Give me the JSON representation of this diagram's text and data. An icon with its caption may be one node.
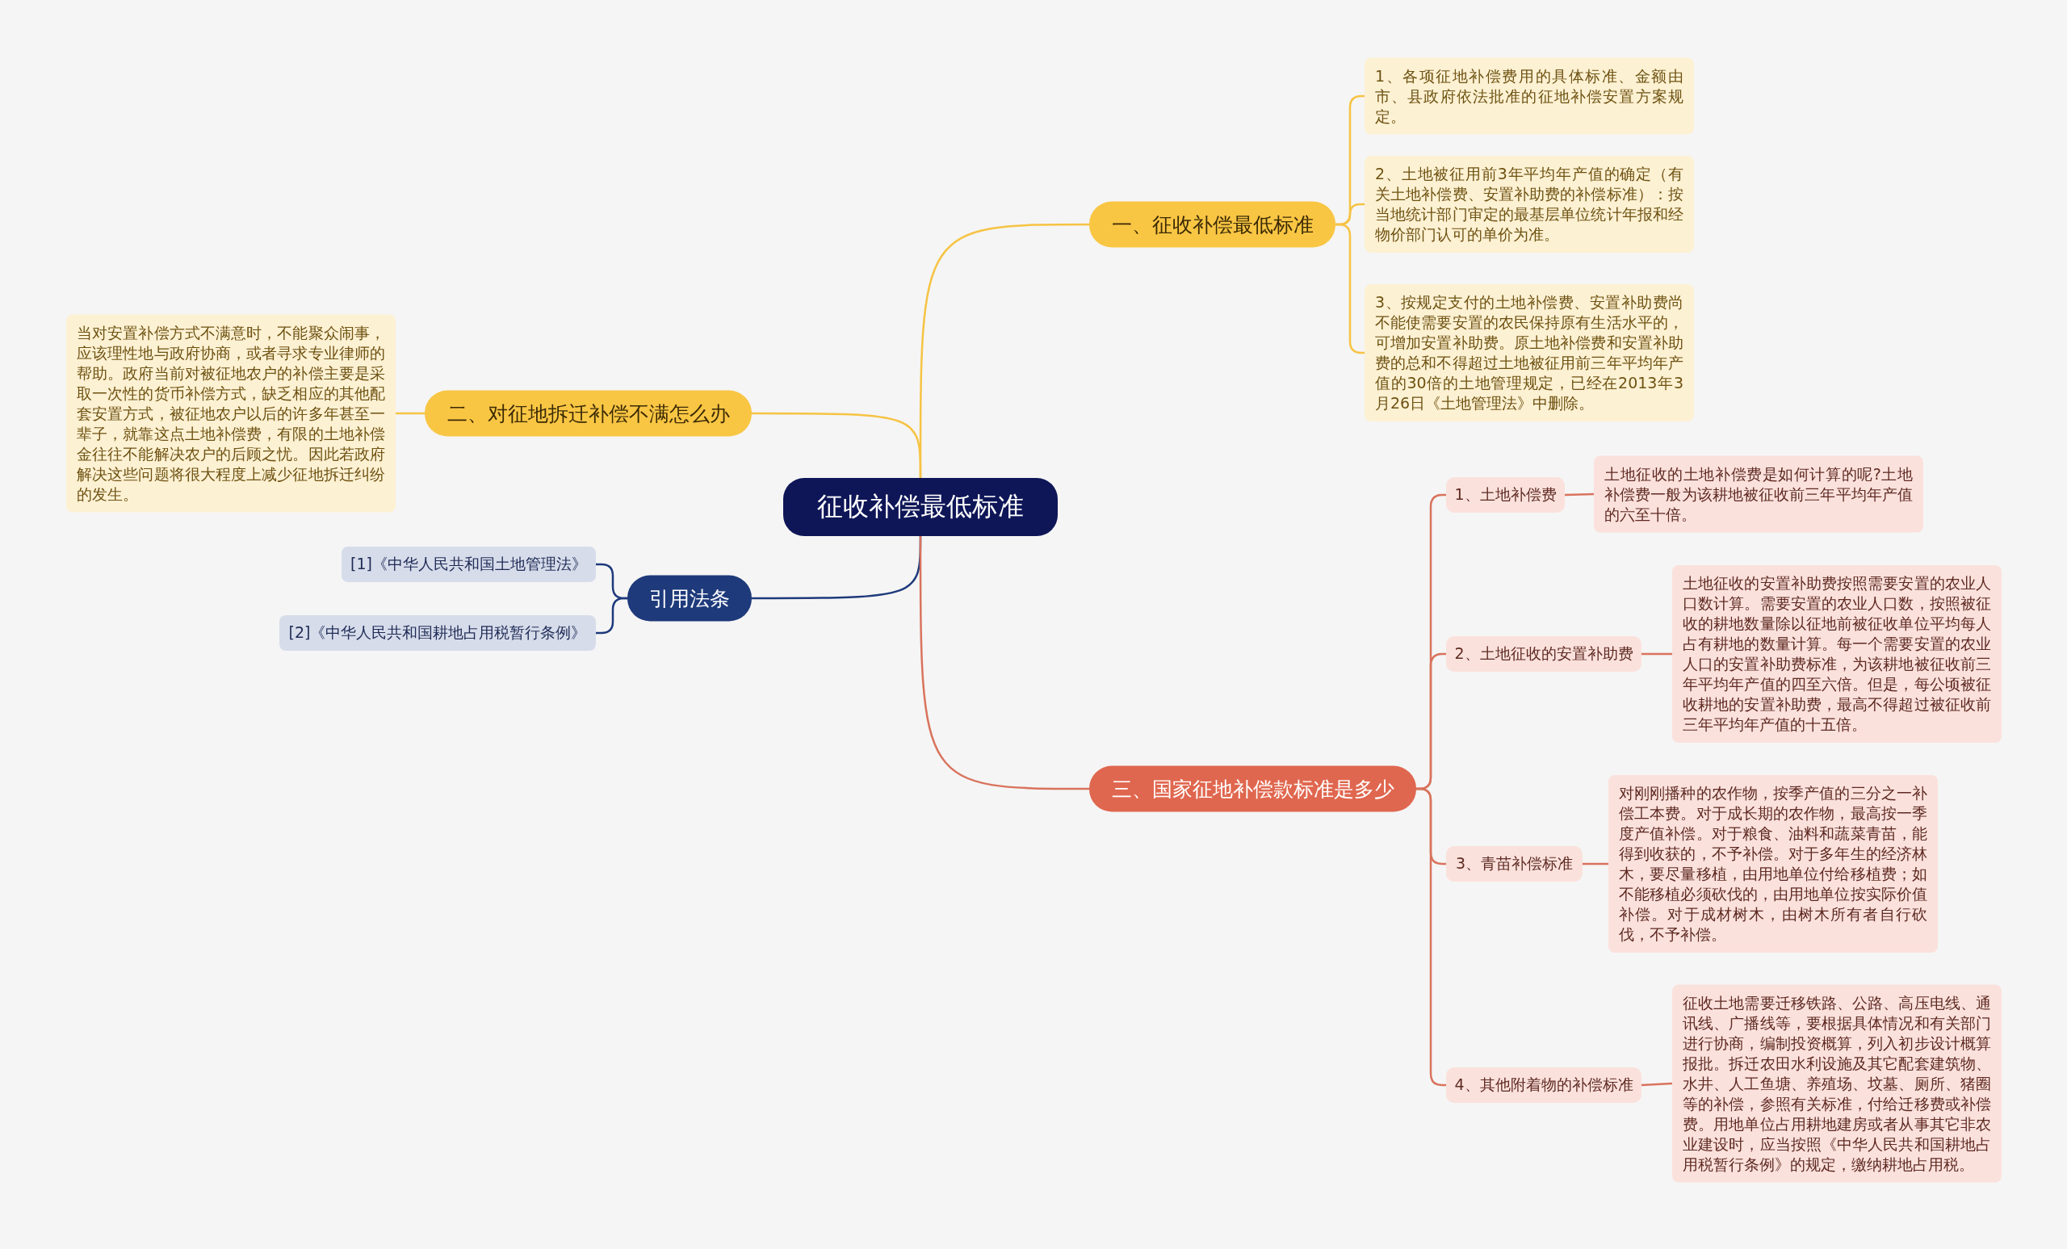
{
  "diagram": {
    "nodes": [
      {
        "text": [
          "征收补偿最低标准"
        ]
      },
      {
        "text": [
          "一、征收补偿最低标准"
        ]
      },
      {
        "text": [
          "1、各项征地补偿费用的具体标准、金额由市、县政府依法批准的征地补偿安置方案规定。"
        ]
      },
      {
        "text": [
          "2、土地被征用前3年平均年产值的确定（有关土地补偿费、安置补助费的补偿标准）：按当地统计部门审定的最基层单位统计年报和经物价部门认可的单价为准。"
        ]
      },
      {
        "text": [
          "3、按规定支付的土地补偿费、安置补助费尚不能使需要安置的农民保持原有生活水平的，可增加安置补助费。原土地补偿费和安置补助费的总和不得超过土地被征用前三年平均年产值的30倍的土地管理规定，已经在2013年3月26日《土地管理法》中删除。"
        ]
      },
      {
        "text": [
          "二、对征地拆迁补偿不满怎么办"
        ]
      },
      {
        "text": [
          "当对安置补偿方式不满意时，不能聚众闹事，应该理性地与政府协商，或者寻求专业律师的帮助。政府当前对被征地农户的补偿主要是采取一次性的货币补偿方式，缺乏相应的其他配套安置方式，被征地农户以后的许多年甚至一辈子，就靠这点土地补偿费，有限的土地补偿金往往不能解决农户的后顾之忧。因此若政府解决这些问题将很大程度上减少征地拆迁纠纷的发生。"
        ]
      },
      {
        "text": [
          "引用法条"
        ]
      },
      {
        "text": [
          "[1]《中华人民共和国土地管理法》"
        ]
      },
      {
        "text": [
          "[2]《中华人民共和国耕地占用税暂行条例》"
        ]
      },
      {
        "text": [
          "三、国家征地补偿款标准是多少"
        ]
      },
      {
        "text": [
          "1、土地补偿费"
        ]
      },
      {
        "text": [
          "土地征收的土地补偿费是如何计算的呢?土地补偿费一般为该耕地被征收前三年平均年产值的六至十倍。"
        ]
      },
      {
        "text": [
          "2、土地征收的安置补助费"
        ]
      },
      {
        "text": [
          "土地征收的安置补助费按照需要安置的农业人口数计算。需要安置的农业人口数，按照被征收的耕地数量除以征地前被征收单位平均每人占有耕地的数量计算。每一个需要安置的农业人口的安置补助费标准，为该耕地被征收前三年平均年产值的四至六倍。但是，每公顷被征收耕地的安置补助费，最高不得超过被征收前三年平均年产值的十五倍。"
        ]
      },
      {
        "text": [
          "3、青苗补偿标准"
        ]
      },
      {
        "text": [
          "对刚刚播种的农作物，按季产值的三分之一补偿工本费。对于成长期的农作物，最高按一季度产值补偿。对于粮食、油料和蔬菜青苗，能得到收获的，不予补偿。对于多年生的经济林木，要尽量移植，由用地单位付给移植费；如不能移植必须砍伐的，由用地单位按实际价值补偿。对于成材树木，由树木所有者自行砍伐，不予补偿。"
        ]
      },
      {
        "text": [
          "4、其他附着物的补偿标准"
        ]
      },
      {
        "text": [
          "征收土地需要迁移铁路、公路、高压电线、通讯线、广播线等，要根据具体情况和有关部门进行协商，编制投资概算，列入初步设计概算报批。拆迁农田水利设施及其它配套建筑物、水井、人工鱼塘、养殖场、坟墓、厕所、猪圈等的补偿，参照有关标准，付给迁移费或补偿费。用地单位占用耕地建房或者从事其它非农业建设时，应当按照《中华人民共和国耕地占用税暂行条例》的规定，缴纳耕地占用税。"
        ]
      }
    ],
    "edges": [
      {
        "from": 0,
        "to": 1,
        "arrow": "none",
        "color": "#f6c343"
      },
      {
        "from": 1,
        "to": 2,
        "arrow": "none",
        "color": "#f6c343"
      },
      {
        "from": 1,
        "to": 3,
        "arrow": "none",
        "color": "#f6c343"
      },
      {
        "from": 1,
        "to": 4,
        "arrow": "none",
        "color": "#f6c343"
      },
      {
        "from": 0,
        "to": 5,
        "arrow": "none",
        "color": "#f6c343"
      },
      {
        "from": 5,
        "to": 6,
        "arrow": "none",
        "color": "#f6c343"
      },
      {
        "from": 0,
        "to": 7,
        "arrow": "none",
        "color": "#1e3a7b"
      },
      {
        "from": 7,
        "to": 8,
        "arrow": "none",
        "color": "#1e3a7b"
      },
      {
        "from": 7,
        "to": 9,
        "arrow": "none",
        "color": "#1e3a7b"
      },
      {
        "from": 0,
        "to": 10,
        "arrow": "none"
      },
      {
        "from": 10,
        "to": 11,
        "arrow": "none"
      },
      {
        "from": 11,
        "to": 12,
        "arrow": "none"
      },
      {
        "from": 10,
        "to": 13,
        "arrow": "none"
      },
      {
        "from": 13,
        "to": 14,
        "arrow": "none"
      },
      {
        "from": 10,
        "to": 15,
        "arrow": "none"
      },
      {
        "from": 15,
        "to": 16,
        "arrow": "none"
      },
      {
        "from": 10,
        "to": 17,
        "arrow": "none"
      },
      {
        "from": 17,
        "to": 18,
        "arrow": "none"
      }
    ]
  }
}
